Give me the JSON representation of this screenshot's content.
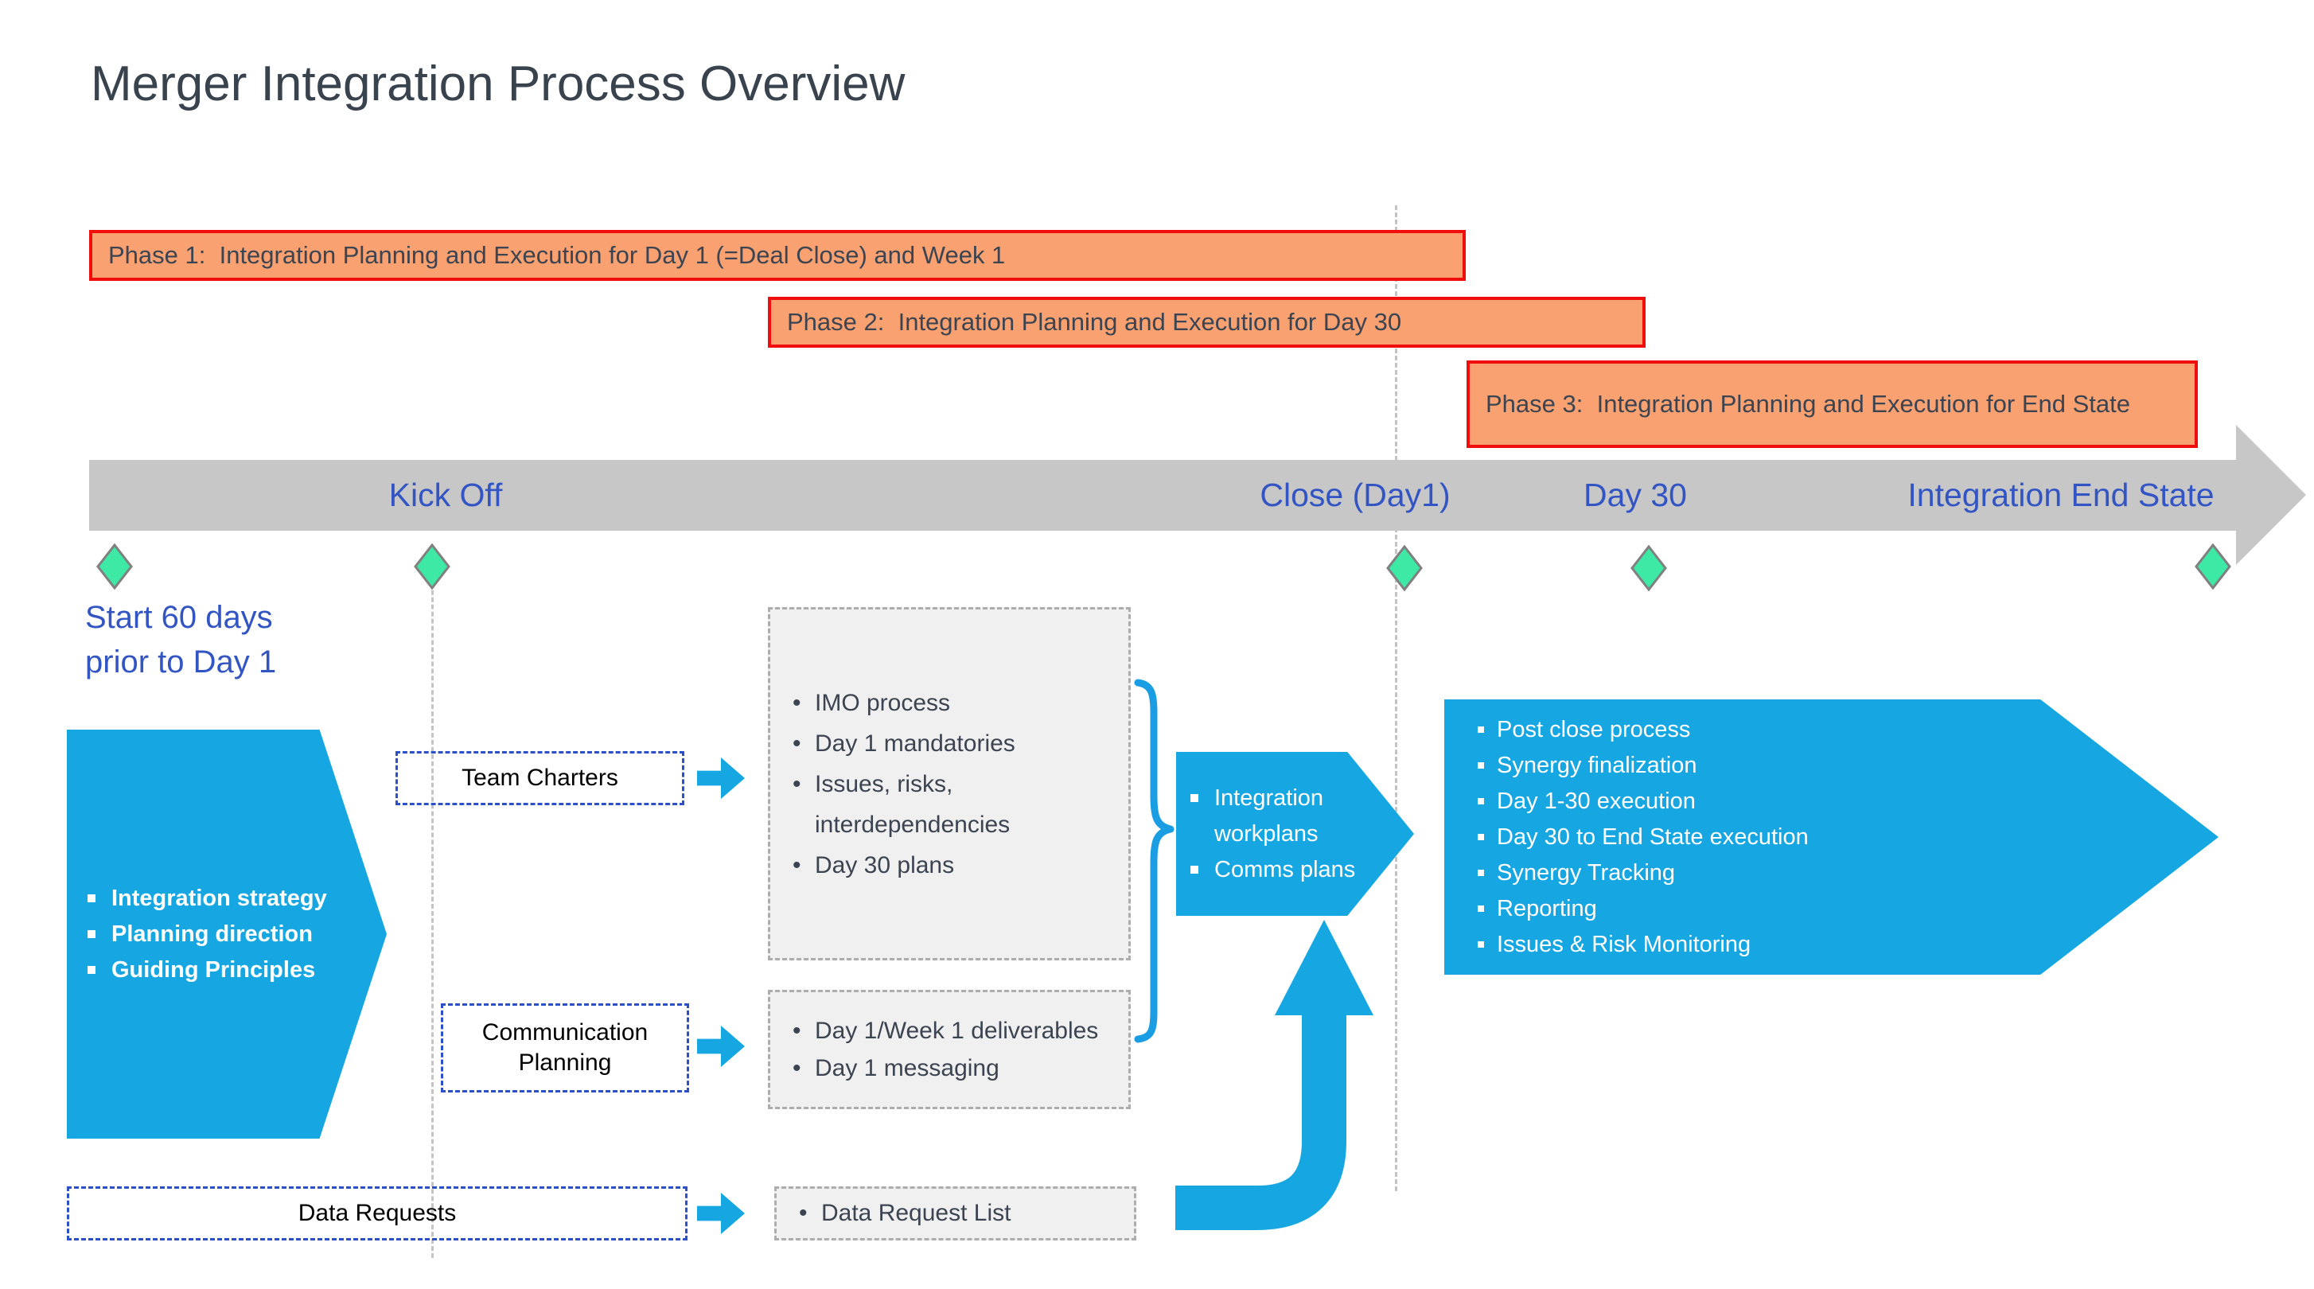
{
  "title": "Merger Integration Process Overview",
  "phase_banners": [
    {
      "label": "Phase 1:  Integration Planning and Execution for Day 1 (=Deal Close) and Week 1"
    },
    {
      "label": "Phase 2:  Integration Planning and Execution for Day 30"
    },
    {
      "label": "Phase 3:  Integration Planning and Execution for End State"
    }
  ],
  "timeline": {
    "milestones": [
      {
        "label": "Kick Off"
      },
      {
        "label": "Close (Day1)"
      },
      {
        "label": "Day 30"
      },
      {
        "label": "Integration End State"
      }
    ],
    "start_note": "Start 60 days prior to Day 1"
  },
  "strategy_chevron": {
    "items": [
      "Integration strategy",
      "Planning direction",
      "Guiding Principles"
    ]
  },
  "workstream_labels": {
    "team_charters": "Team Charters",
    "communication_planning": "Communication Planning",
    "data_requests": "Data Requests"
  },
  "deliverables": {
    "planning_outputs": [
      "IMO process",
      "Day 1 mandatories",
      "Issues, risks, interdependencies",
      "Day 30 plans"
    ],
    "comms_outputs": [
      "Day 1/Week 1 deliverables",
      "Day 1 messaging"
    ],
    "data_outputs": [
      "Data Request List"
    ]
  },
  "plans_chevron": {
    "items": [
      "Integration workplans",
      "Comms plans"
    ]
  },
  "execution_arrow": {
    "items": [
      "Post close process",
      "Synergy finalization",
      "Day 1-30 execution",
      "Day 30 to End State execution",
      "Synergy Tracking",
      "Reporting",
      "Issues & Risk Monitoring"
    ]
  },
  "colors": {
    "accent_cyan": "#16A7E2",
    "banner_orange": "#F9A171",
    "banner_border_red": "#F20D0D",
    "timeline_gray": "#C7C7C7",
    "milestone_green": "#3DE9A4",
    "label_blue": "#3355C4",
    "text_dark": "#3B4450",
    "box_gray_fill": "#F0F0F0",
    "dashed_blue": "#2B50C8"
  }
}
